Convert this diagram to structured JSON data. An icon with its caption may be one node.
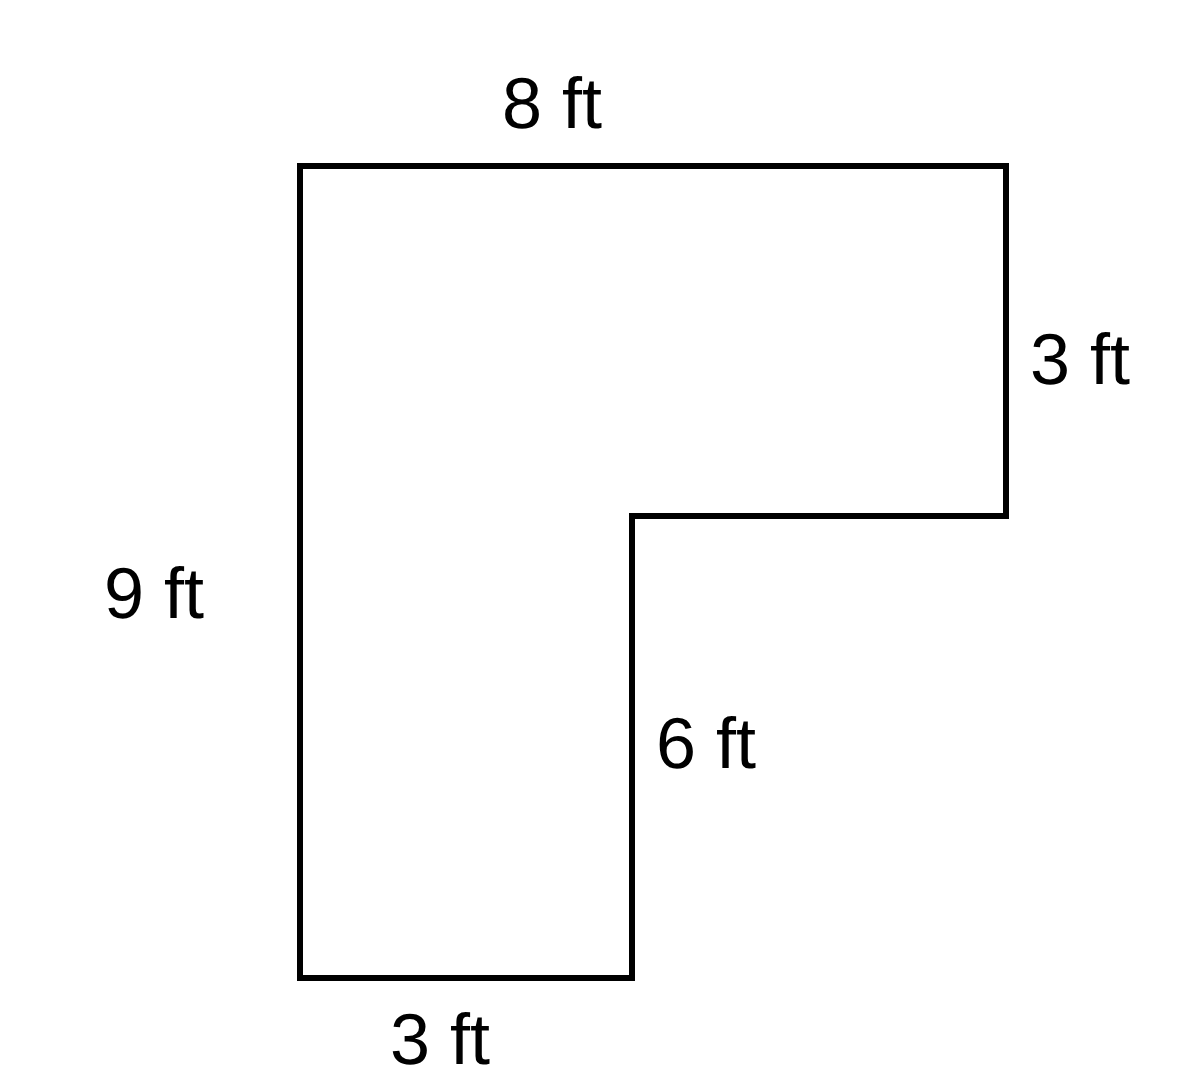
{
  "diagram": {
    "labels": [
      "8 ft",
      "3 ft",
      "9 ft",
      "6 ft",
      "3 ft"
    ]
  }
}
